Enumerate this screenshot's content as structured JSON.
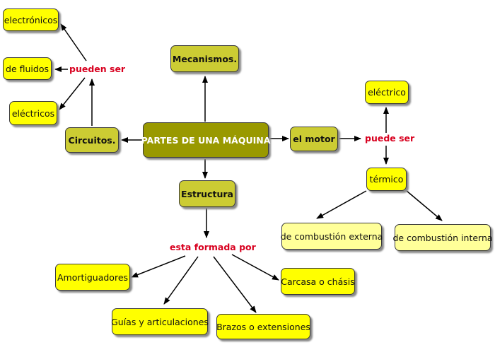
{
  "title": "PARTES DE UNA MÁQUINA",
  "concepts": {
    "mecanismos": "Mecanismos.",
    "circuitos": "Circuitos.",
    "motor": "el motor",
    "estructura": "Estructura",
    "electronicos": "electrónicos",
    "fluidos": "de fluidos",
    "electricos": "eléctricos",
    "electrico": "eléctrico",
    "termico": "térmico",
    "combustion_externa": "de combustión externa",
    "combustion_interna": "de combustión interna",
    "amortiguadores": "Amortiguadores",
    "guias": "Guías y articulaciones",
    "brazos": "Brazos o extensiones",
    "carcasa": "Carcasa o chásis"
  },
  "links": {
    "pueden_ser": "pueden ser",
    "puede_ser": "puede ser",
    "esta_formada_por": "esta formada por"
  },
  "colors": {
    "main_node": "#999900",
    "primary_node": "#cccc33",
    "leaf_node": "#ffff00",
    "pale_leaf": "#ffff99",
    "link_text": "#d8001f",
    "arrow": "#000000"
  }
}
